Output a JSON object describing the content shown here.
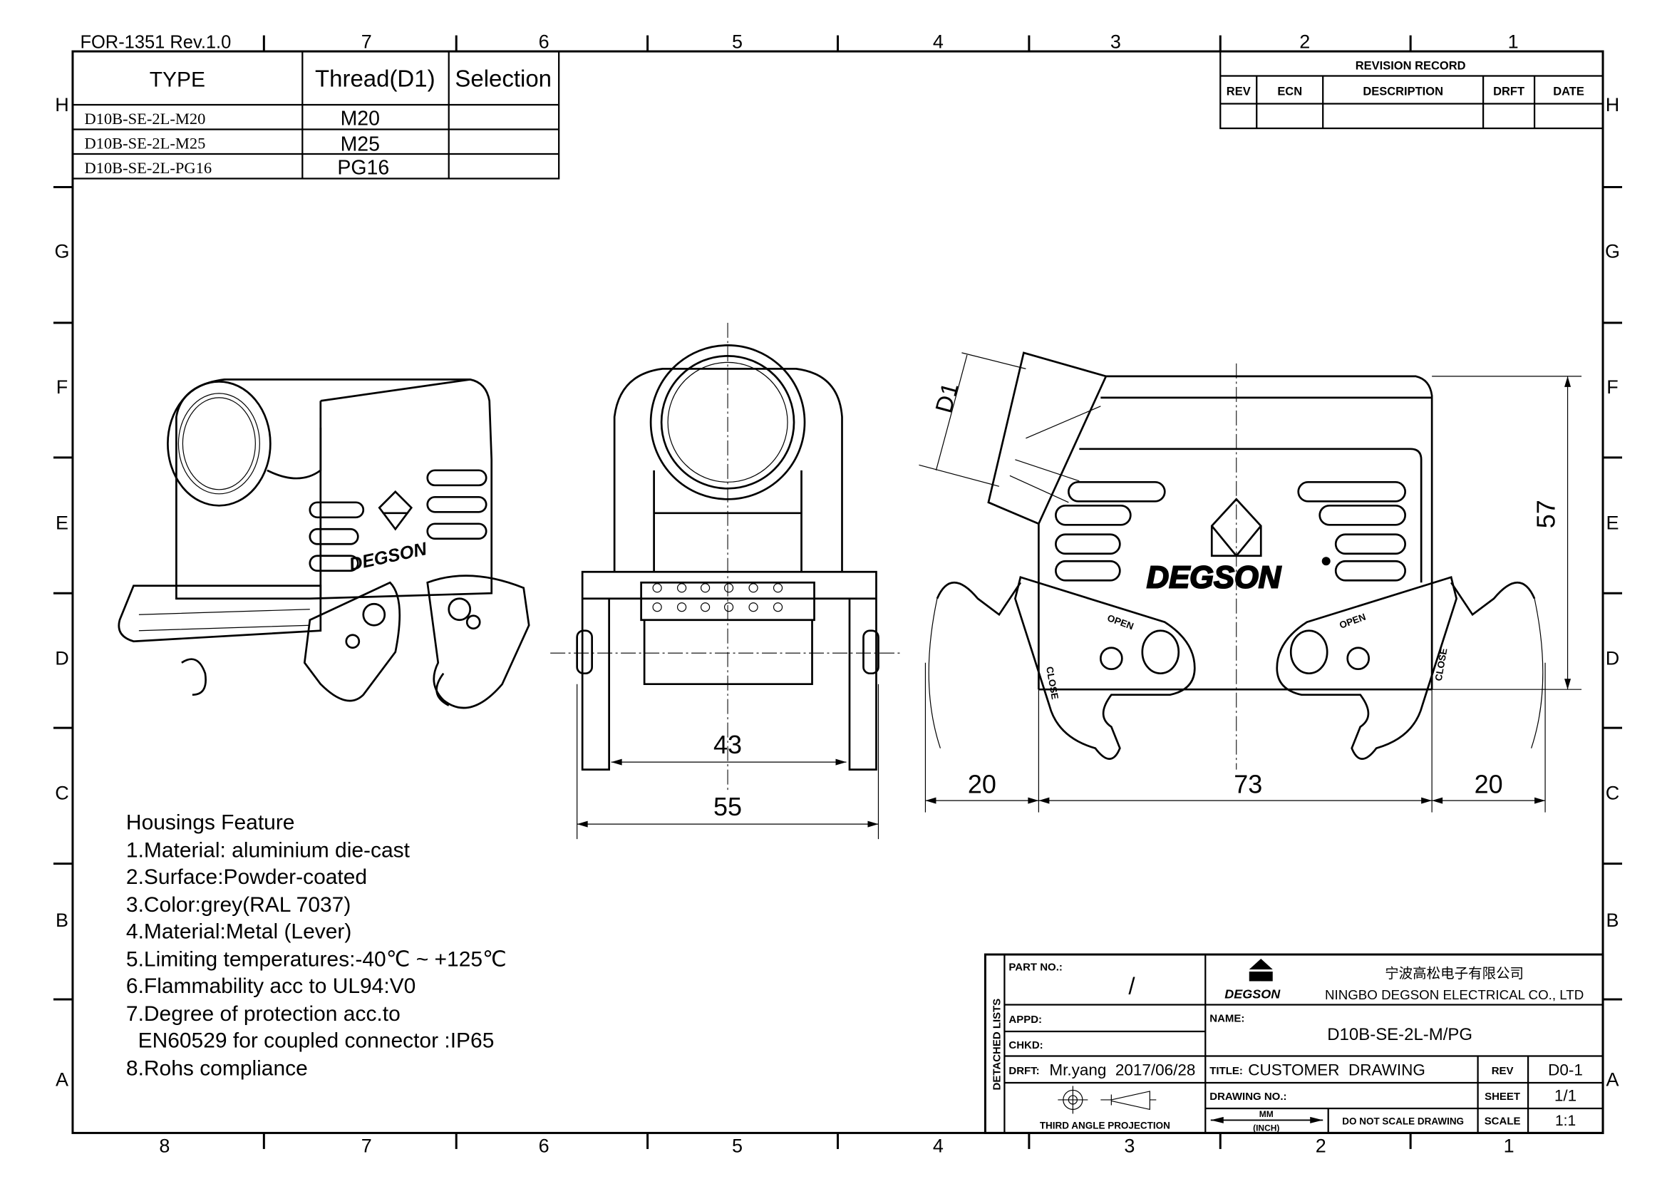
{
  "sheet": {
    "form_code": "FOR-1351  Rev.1.0",
    "columns_top": [
      "7",
      "6",
      "5",
      "4",
      "3",
      "2",
      "1"
    ],
    "columns_bottom": [
      "8",
      "7",
      "6",
      "5",
      "4",
      "3",
      "2",
      "1"
    ],
    "rows": [
      "H",
      "G",
      "F",
      "E",
      "D",
      "C",
      "B",
      "A"
    ]
  },
  "type_table": {
    "headers": [
      "TYPE",
      "Thread(D1)",
      "Selection"
    ],
    "rows": [
      {
        "type": "D10B-SE-2L-M20",
        "thread": "M20",
        "selection": ""
      },
      {
        "type": "D10B-SE-2L-M25",
        "thread": "M25",
        "selection": ""
      },
      {
        "type": "D10B-SE-2L-PG16",
        "thread": "PG16",
        "selection": ""
      }
    ]
  },
  "revision_record": {
    "title": "REVISION RECORD",
    "headers": [
      "REV",
      "ECN",
      "DESCRIPTION",
      "DRFT",
      "DATE"
    ]
  },
  "dimensions": {
    "d1": "D1",
    "height": "57",
    "inner_width": "43",
    "outer_width": "55",
    "left_lever": "20",
    "body_width": "73",
    "right_lever": "20"
  },
  "product_marks": {
    "brand": "DEGSON",
    "lever_open": "OPEN",
    "lever_close": "CLOSE"
  },
  "features": {
    "title": "Housings Feature",
    "items": [
      "1.Material: aluminium die-cast",
      "2.Surface:Powder-coated",
      "3.Color:grey(RAL 7037)",
      "4.Material:Metal (Lever)",
      "5.Limiting temperatures:-40℃ ~ +125℃",
      "6.Flammability acc to UL94:V0",
      "7.Degree of protection acc.to",
      "  EN60529 for coupled connector :IP65",
      "8.Rohs compliance"
    ]
  },
  "title_block": {
    "detached_lists": "DETACHED LISTS",
    "part_no_label": "PART NO.:",
    "part_no_value": "/",
    "appd_label": "APPD:",
    "chkd_label": "CHKD:",
    "drft_label": "DRFT:",
    "drft_value": "Mr.yang  2017/06/28",
    "projection": "THIRD ANGLE PROJECTION",
    "company_cn": "宁波高松电子有限公司",
    "company_en": "NINGBO DEGSON ELECTRICAL CO., LTD",
    "logo_text": "DEGSON",
    "name_label": "NAME:",
    "name_value": "D10B-SE-2L-M/PG",
    "title_label": "TITLE:",
    "title_value": "CUSTOMER  DRAWING",
    "rev_label": "REV",
    "rev_value": "D0-1",
    "drawing_no_label": "DRAWING NO.:",
    "sheet_label": "SHEET",
    "sheet_value": "1/1",
    "units_top": "MM",
    "units_bottom": "(INCH)",
    "no_scale": "DO NOT SCALE DRAWING",
    "scale_label": "SCALE",
    "scale_value": "1:1"
  }
}
